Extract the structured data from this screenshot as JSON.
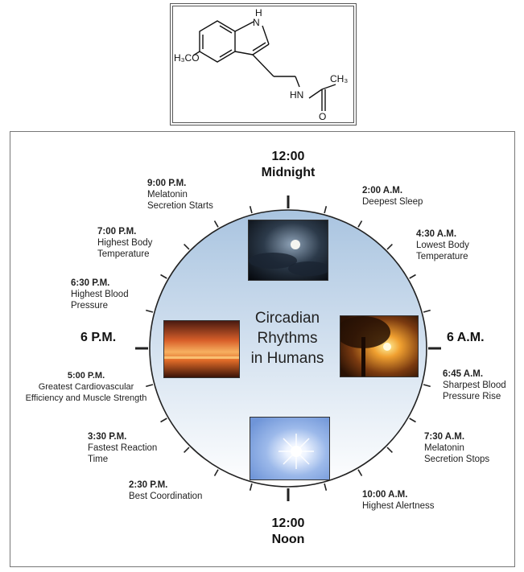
{
  "molecule": {
    "nh_label": "H",
    "n_label": "N",
    "methoxy_label": "H₃CO",
    "amide_nh_label": "HN",
    "methyl_label": "CH₃",
    "oxygen_label": "O"
  },
  "clock": {
    "title_line1": "Circadian",
    "title_line2": "Rhythms",
    "title_line3": "in Humans",
    "top_time": "12:00",
    "top_word": "Midnight",
    "bottom_time": "12:00",
    "bottom_word": "Noon",
    "left_marker": "6 P.M.",
    "right_marker": "6 A.M.",
    "events": [
      {
        "id": "e0900pm",
        "time": "9:00 P.M.",
        "lines": [
          "Melatonin",
          "Secretion Starts"
        ]
      },
      {
        "id": "e0200am",
        "time": "2:00 A.M.",
        "lines": [
          "Deepest Sleep"
        ]
      },
      {
        "id": "e0700pm",
        "time": "7:00 P.M.",
        "lines": [
          "Highest Body",
          "Temperature"
        ]
      },
      {
        "id": "e0430am",
        "time": "4:30 A.M.",
        "lines": [
          "Lowest Body",
          "Temperature"
        ]
      },
      {
        "id": "e0630pm",
        "time": "6:30 P.M.",
        "lines": [
          "Highest Blood",
          "Pressure"
        ]
      },
      {
        "id": "e0500pm",
        "time": "5:00 P.M.",
        "lines": [
          "Greatest Cardiovascular",
          "Efficiency and Muscle Strength"
        ]
      },
      {
        "id": "e0645am",
        "time": "6:45 A.M.",
        "lines": [
          "Sharpest Blood",
          "Pressure Rise"
        ]
      },
      {
        "id": "e0330pm",
        "time": "3:30 P.M.",
        "lines": [
          "Fastest Reaction",
          "Time"
        ]
      },
      {
        "id": "e0730am",
        "time": "7:30 A.M.",
        "lines": [
          "Melatonin",
          "Secretion Stops"
        ]
      },
      {
        "id": "e0230pm",
        "time": "2:30 P.M.",
        "lines": [
          "Best Coordination"
        ]
      },
      {
        "id": "e1000am",
        "time": "10:00 A.M.",
        "lines": [
          "Highest Alertness"
        ]
      }
    ],
    "colors": {
      "sky_top": "#a9c4e0",
      "sky_bottom": "#ffffff",
      "tick": "#222222"
    }
  }
}
